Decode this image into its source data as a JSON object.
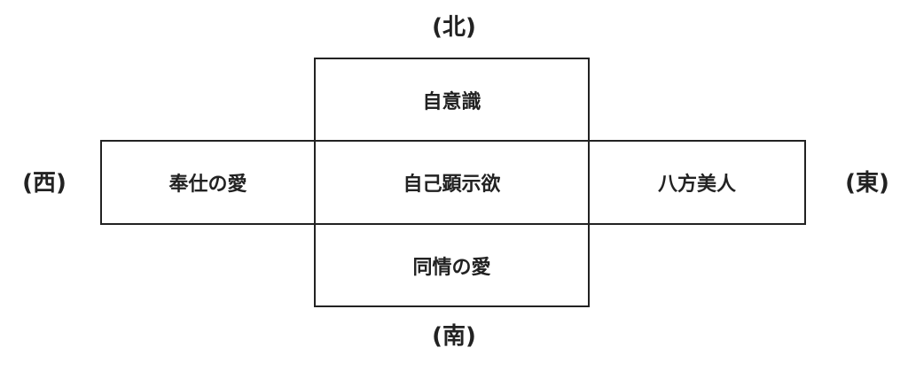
{
  "directions": {
    "north": "(北)",
    "south": "(南)",
    "west": "(西)",
    "east": "(東)"
  },
  "cells": {
    "north": "自意識",
    "west": "奉仕の愛",
    "center": "自己顕示欲",
    "east": "八方美人",
    "south": "同情の愛"
  }
}
